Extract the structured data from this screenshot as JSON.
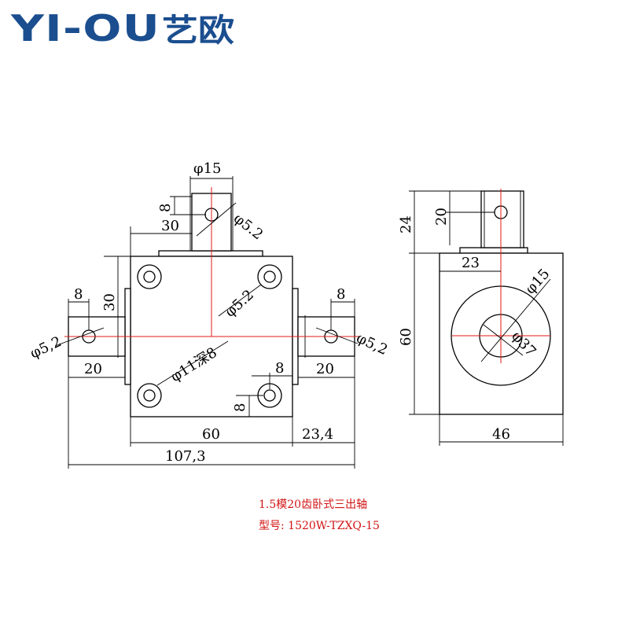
{
  "brand": {
    "logo_latin": "YI-OU",
    "logo_cn": "艺欧",
    "color": "#1b4e8f"
  },
  "colors": {
    "outline": "#000000",
    "centerline": "#e01818",
    "caption": "#d21414"
  },
  "front_view": {
    "top_shaft_dia": "φ15",
    "top_hole_offset": "8",
    "top_hole_dia": "φ5.2",
    "top_shaft_position": "30",
    "left_shaft_height": "30",
    "left_hole_offset": "8",
    "left_hole_dia": "φ5,2",
    "left_shaft_len": "20",
    "mount_hole": "φ11深8",
    "inner_hole_dia": "φ5.2",
    "right_hole_offset": "8",
    "right_hole_dia": "φ5,2",
    "right_shaft_len": "20",
    "corner_hole_x": "8",
    "corner_hole_y": "8",
    "body_width": "60",
    "right_ext": "23,4",
    "overall_width": "107,3"
  },
  "side_view": {
    "shaft_height": "24",
    "hole_offset": "20",
    "center_offset": "23",
    "bore_dia": "φ15",
    "inner_dia": "φ37",
    "body_height": "60",
    "body_width": "46"
  },
  "caption": {
    "line1": "1.5模20齿卧式三出轴",
    "line2": "型号: 1520W-TZXQ-15"
  }
}
